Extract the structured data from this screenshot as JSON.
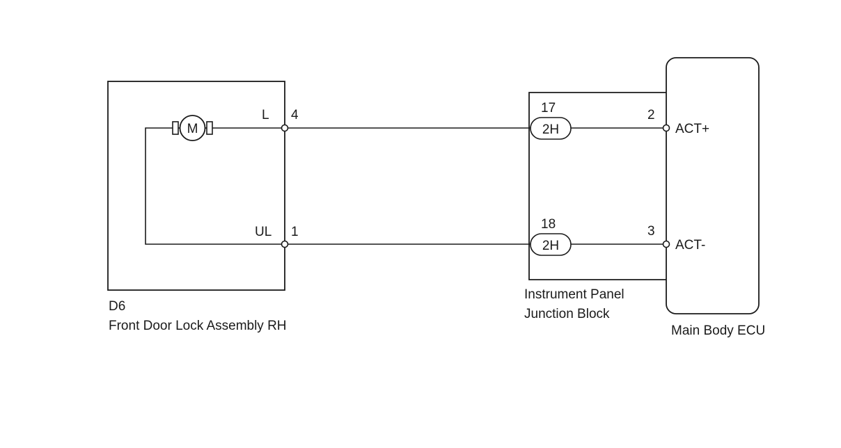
{
  "components": {
    "door_lock": {
      "code": "D6",
      "name": "Front Door Lock Assembly RH",
      "motor_symbol": "M",
      "pin_l_name": "L",
      "pin_l_number": "4",
      "pin_ul_name": "UL",
      "pin_ul_number": "1"
    },
    "junction_block": {
      "name_line1": "Instrument Panel",
      "name_line2": "Junction Block",
      "conn_top_number": "17",
      "conn_top_label": "2H",
      "conn_bottom_number": "18",
      "conn_bottom_label": "2H"
    },
    "ecu": {
      "name": "Main Body ECU",
      "pin_top_number": "2",
      "pin_top_name": "ACT+",
      "pin_bottom_number": "3",
      "pin_bottom_name": "ACT-"
    }
  },
  "colors": {
    "line": "#1a1a1a",
    "background": "#ffffff"
  }
}
